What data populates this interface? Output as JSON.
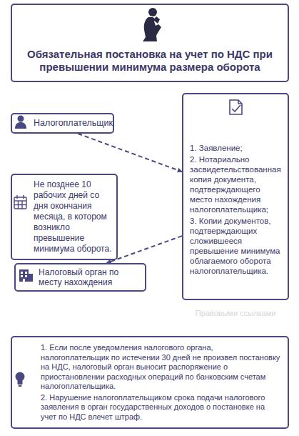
{
  "diagram": {
    "title": "Обязательная постановка на учет по НДС при превышении минимума размера оборота",
    "nodes": [
      {
        "text": [
          "Налогоплательщик"
        ]
      },
      {
        "text": [
          "1. Заявление;",
          "2. Нотариально засвидетельствованная копия документа, подтверждающего место нахождения налогоплательщика;",
          "3. Копии документов, подтверждающих сложившееся превышение минимума облагаемого оборота налогоплательщика."
        ]
      },
      {
        "text": [
          "Не позднее 10 рабочих дней со дня окончания месяца, в котором возникло превышение минимума оборота."
        ]
      },
      {
        "text": [
          "Налоговый орган по месту нахождения"
        ]
      },
      {
        "text": [
          "1. Если после уведомления налогового органа, налогоплательщик по истечении 30 дней не произвел постановку на НДС, налоговый орган выносит распоряжение о приостановлении расходных операций по банковским счетам налогоплательщика.",
          "2. Нарушение налогоплательщиком срока подачи налогового заявления в орган государственных доходов о постановке на учет по НДС влечет штраф."
        ]
      }
    ],
    "edges": [
      {
        "from": 0,
        "to": 1,
        "arrow": "to"
      },
      {
        "from": 1,
        "to": 3,
        "arrow": "to"
      }
    ],
    "labels": [
      "Правовыми ссылками"
    ]
  }
}
